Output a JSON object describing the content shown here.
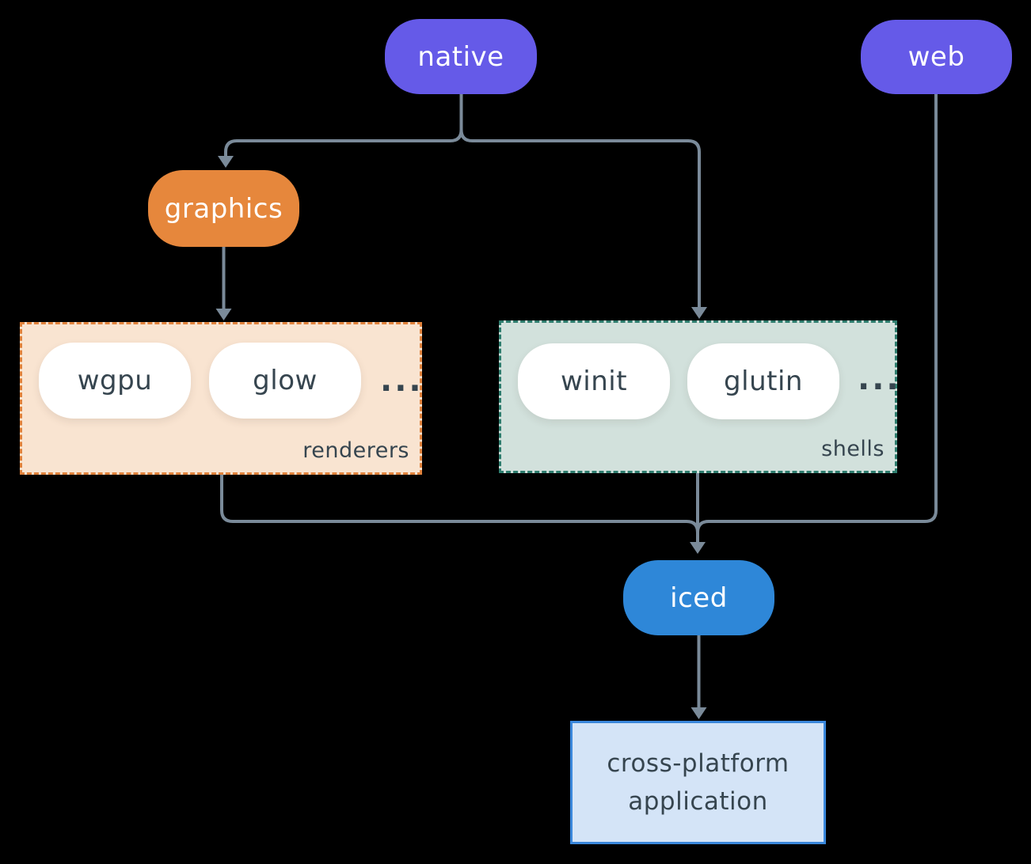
{
  "nodes": {
    "native": "native",
    "web": "web",
    "graphics": "graphics",
    "iced": "iced",
    "app": {
      "line1": "cross-platform",
      "line2": "application"
    }
  },
  "groups": {
    "renderers": {
      "label": "renderers",
      "items": [
        "wgpu",
        "glow"
      ],
      "ellipsis": "..."
    },
    "shells": {
      "label": "shells",
      "items": [
        "winit",
        "glutin"
      ],
      "ellipsis": "..."
    }
  },
  "colors": {
    "background": "#000000",
    "node_purple": "#655AE8",
    "node_orange": "#E6873C",
    "node_blue": "#2E87D8",
    "renderers_fill": "#F9E4D1",
    "renderers_border": "#E0823C",
    "shells_fill": "#D2E1DC",
    "shells_border": "#2E7D6E",
    "app_fill": "#D4E4F7",
    "app_border": "#3A87DB",
    "dark_text": "#36454F",
    "connector": "#7A8A99"
  }
}
